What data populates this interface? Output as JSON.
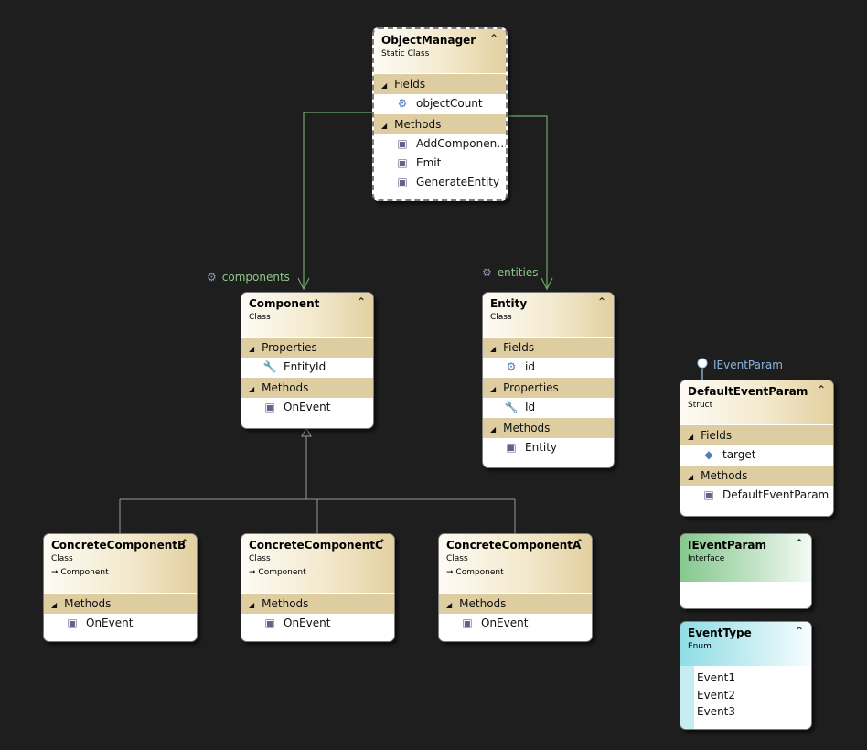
{
  "classes": {
    "objectmanager": {
      "title": "ObjectManager",
      "kind": "Static Class",
      "fields_label": "Fields",
      "fields": [
        "objectCount"
      ],
      "methods_label": "Methods",
      "methods": [
        "AddComponen…",
        "Emit",
        "GenerateEntity"
      ]
    },
    "component": {
      "title": "Component",
      "kind": "Class",
      "properties_label": "Properties",
      "properties": [
        "EntityId"
      ],
      "methods_label": "Methods",
      "methods": [
        "OnEvent"
      ]
    },
    "entity": {
      "title": "Entity",
      "kind": "Class",
      "fields_label": "Fields",
      "fields": [
        "id"
      ],
      "properties_label": "Properties",
      "properties": [
        "Id"
      ],
      "methods_label": "Methods",
      "methods": [
        "Entity"
      ]
    },
    "defaulteventparam": {
      "title": "DefaultEventParam",
      "kind": "Struct",
      "fields_label": "Fields",
      "fields": [
        "target"
      ],
      "methods_label": "Methods",
      "methods": [
        "DefaultEventParam"
      ]
    },
    "concretecomponentb": {
      "title": "ConcreteComponentB",
      "kind": "Class",
      "inherits": "Component",
      "methods_label": "Methods",
      "methods": [
        "OnEvent"
      ]
    },
    "concretecomponentc": {
      "title": "ConcreteComponentC",
      "kind": "Class",
      "inherits": "Component",
      "methods_label": "Methods",
      "methods": [
        "OnEvent"
      ]
    },
    "concretecomponenta": {
      "title": "ConcreteComponentA",
      "kind": "Class",
      "inherits": "Component",
      "methods_label": "Methods",
      "methods": [
        "OnEvent"
      ]
    },
    "ieventparam": {
      "title": "IEventParam",
      "kind": "Interface"
    },
    "eventtype": {
      "title": "EventType",
      "kind": "Enum",
      "values": [
        "Event1",
        "Event2",
        "Event3"
      ]
    }
  },
  "associations": {
    "components": "components",
    "entities": "entities"
  },
  "implements_label": "IEventParam",
  "colors": {
    "background": "#1e1e1e",
    "association_line": "#6aa86a",
    "inheritance_line": "#9a9a9a",
    "section_header": "#ddcda0",
    "interface_lollipop": "#9ecbf2"
  },
  "icons": {
    "field": "field-lock-icon",
    "property": "wrench-icon",
    "method": "cube-icon",
    "collapse": "double-chevron-up-icon",
    "section_toggle": "triangle-down-icon",
    "inherits": "arrow-right-icon"
  }
}
